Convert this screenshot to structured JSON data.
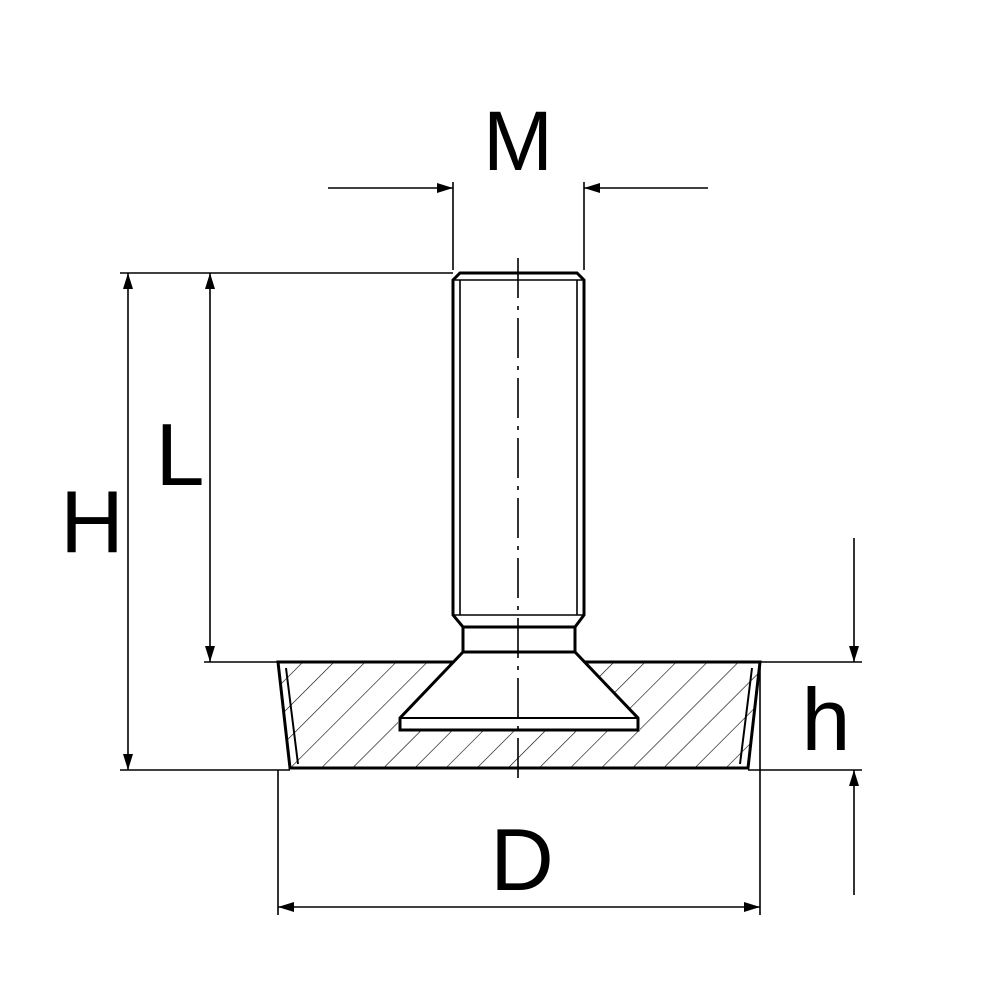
{
  "labels": {
    "M": "M",
    "L": "L",
    "H": "H",
    "h": "h",
    "D": "D"
  },
  "colors": {
    "stroke": "#000000",
    "background": "#ffffff"
  }
}
